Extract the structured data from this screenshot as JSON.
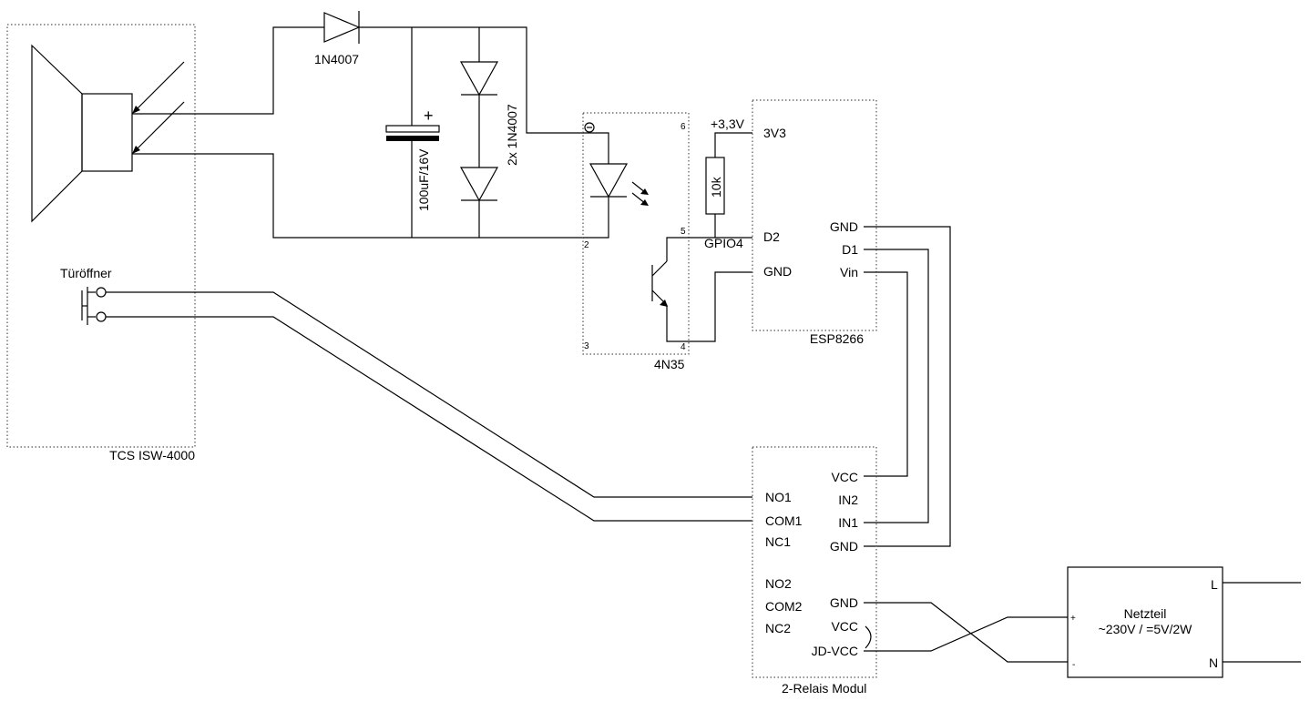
{
  "labels": {
    "intercom": "TCS ISW-4000",
    "door_opener": "Türöffner",
    "diode": "1N4007",
    "diodes_pair": "2x 1N4007",
    "capacitor": "100uF/16V",
    "cap_plus": "+",
    "optocoupler": "4N35",
    "resistor": "10k",
    "rail_3v3": "+3,3V",
    "gpio": "GPIO4",
    "esp": "ESP8266",
    "relay_module": "2-Relais Modul",
    "psu_line1": "Netzteil",
    "psu_line2": "~230V / =5V/2W"
  },
  "opto_pins": {
    "p1": "1",
    "p2": "2",
    "p3": "3",
    "p4": "4",
    "p5": "5",
    "p6": "6"
  },
  "esp_pins": {
    "v33": "3V3",
    "d2": "D2",
    "gnd_left": "GND",
    "gnd_right": "GND",
    "d1": "D1",
    "vin": "Vin"
  },
  "relay_pins": {
    "vcc": "VCC",
    "in2": "IN2",
    "in1": "IN1",
    "gnd": "GND",
    "no1": "NO1",
    "com1": "COM1",
    "nc1": "NC1",
    "no2": "NO2",
    "com2": "COM2",
    "nc2": "NC2",
    "gnd2": "GND",
    "vcc2": "VCC",
    "jdvcc": "JD-VCC"
  },
  "psu_pins": {
    "plus": "+",
    "minus": "-",
    "line": "L",
    "neutral": "N"
  }
}
